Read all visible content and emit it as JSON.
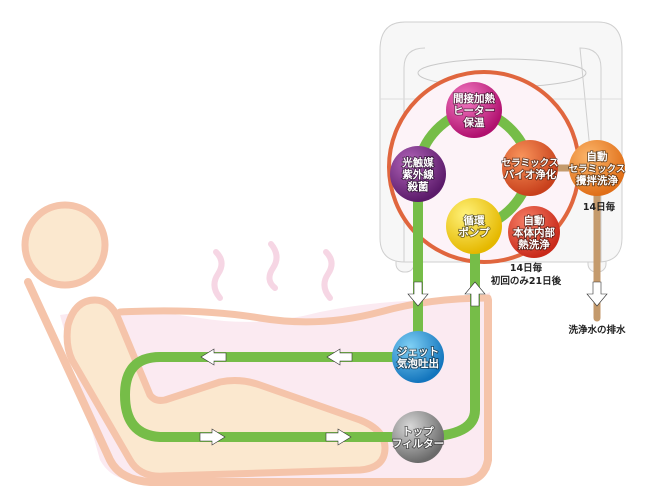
{
  "colors": {
    "pipe": "#76bd48",
    "drain_pipe": "#c49a6c",
    "tub_outline": "#f5c4aa",
    "water": "#fbeaf1",
    "skin": "#fbe8cf",
    "unit_body": "#f7f7f7",
    "unit_border": "#cfcfcf",
    "loop_ring": "#e0663e",
    "loop_fill": "#fdf3f8",
    "steam": "#f6d6e4"
  },
  "nodes": [
    {
      "id": "indirect-heater",
      "lines": [
        "間接加熱",
        "ヒーター",
        "保温"
      ],
      "color_light": "#f47cc4",
      "color_dark": "#b0106e"
    },
    {
      "id": "photocatalyst-uv",
      "lines": [
        "光触媒",
        "紫外線",
        "殺菌"
      ],
      "color_light": "#b063b8",
      "color_dark": "#5b1a6a"
    },
    {
      "id": "ceramic-bio",
      "lines": [
        "セラミックス",
        "バイオ浄化"
      ],
      "color_light": "#f8935a",
      "color_dark": "#c8401c"
    },
    {
      "id": "auto-ceramic-wash",
      "lines": [
        "自動",
        "セラミックス",
        "攪拌洗浄"
      ],
      "color_light": "#fbb56a",
      "color_dark": "#e06f18"
    },
    {
      "id": "circulation-pump",
      "lines": [
        "循環",
        "ポンプ"
      ],
      "color_light": "#fff27a",
      "color_dark": "#e5b800"
    },
    {
      "id": "auto-internal-heat-wash",
      "lines": [
        "自動",
        "本体内部",
        "熱洗浄"
      ],
      "color_light": "#f67e66",
      "color_dark": "#c92a1a"
    },
    {
      "id": "jet-bubble",
      "lines": [
        "ジェット",
        "気泡吐出"
      ],
      "color_light": "#7fd0f5",
      "color_dark": "#1375bd"
    },
    {
      "id": "top-filter",
      "lines": [
        "トップ",
        "フィルター"
      ],
      "color_light": "#d8d8d8",
      "color_dark": "#6a6a6a"
    }
  ],
  "notes": {
    "ceramic_interval": "14日毎",
    "heat_wash_interval_line1": "14日毎",
    "heat_wash_interval_line2": "初回のみ21日後",
    "drain_label": "洗浄水の排水"
  }
}
